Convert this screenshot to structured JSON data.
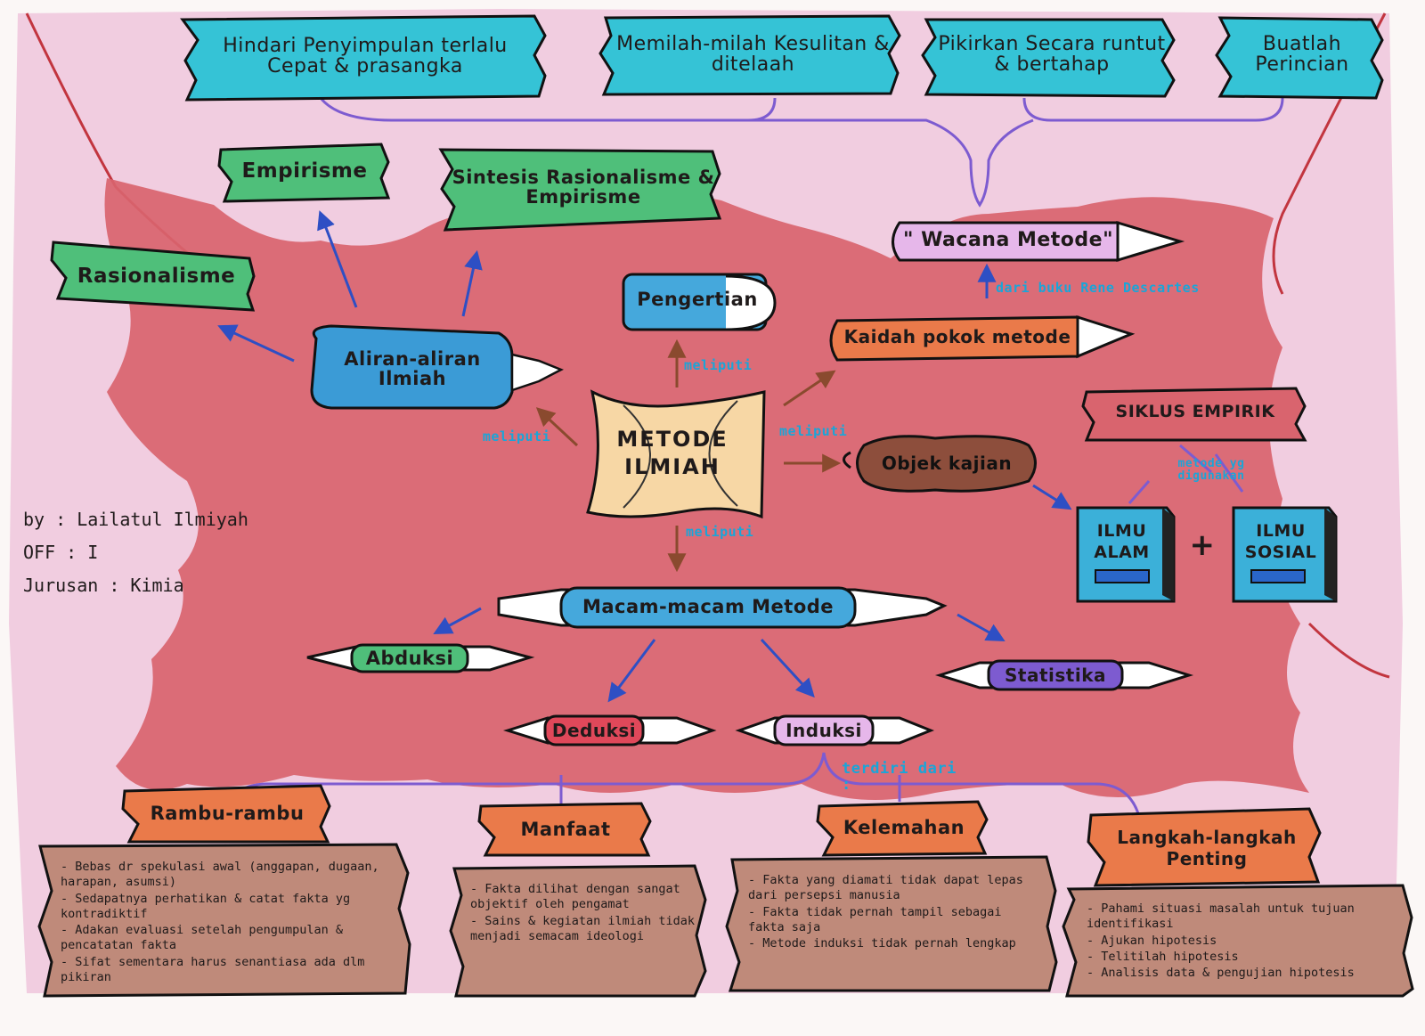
{
  "title": "METODE ILMIAH",
  "top_tips": [
    "Hindari Penyimpulan terlalu Cepat & prasangka",
    "Memilah-milah Kesulitan & ditelaah",
    "Pikirkan Secara runtut & bertahap",
    "Buatlah Perincian"
  ],
  "wacana_metode": "\" Wacana Metode\"",
  "dari_buku": "dari buku Rene Descartes",
  "kaidah_pokok": "Kaidah pokok metode",
  "meliputi": "meliputi",
  "pengertian": "Pengertian",
  "aliran": "Aliran-aliran Ilmiah",
  "aliran_children": {
    "rasionalisme": "Rasionalisme",
    "empirisme": "Empirisme",
    "sintesis": "Sintesis Rasionalisme & Empirisme"
  },
  "objek_kajian": "Objek kajian",
  "siklus_empirik": "SIKLUS EMPIRIK",
  "metode_digunakan": "metode yg digunakan",
  "ilmu_alam": "ILMU ALAM",
  "ilmu_sosial": "ILMU SOSIAL",
  "plus": "+",
  "macam_metode": "Macam-macam Metode",
  "methods": {
    "abduksi": "Abduksi",
    "deduksi": "Deduksi",
    "induksi": "Induksi",
    "statistika": "Statistika"
  },
  "terdiri_dari": "terdiri dari :",
  "author": {
    "by": "by : Lailatul Ilmiyah",
    "off": "OFF : I",
    "jurusan": "Jurusan : Kimia"
  },
  "sections": {
    "rambu": {
      "label": "Rambu-rambu",
      "items": [
        "Bebas dr spekulasi awal (anggapan, dugaan, harapan, asumsi)",
        "Sedapatnya perhatikan & catat fakta yg kontradiktif",
        "Adakan evaluasi setelah pengumpulan & pencatatan fakta",
        "Sifat sementara harus senantiasa ada dlm pikiran"
      ]
    },
    "manfaat": {
      "label": "Manfaat",
      "items": [
        "Fakta dilihat dengan sangat objektif oleh pengamat",
        "Sains & kegiatan ilmiah tidak menjadi semacam ideologi"
      ]
    },
    "kelemahan": {
      "label": "Kelemahan",
      "items": [
        "Fakta yang diamati tidak dapat lepas dari persepsi manusia",
        "Fakta tidak pernah tampil sebagai fakta saja",
        "Metode induksi tidak pernah lengkap"
      ]
    },
    "langkah": {
      "label": "Langkah-langkah Penting",
      "items": [
        "Pahami situasi masalah untuk tujuan identifikasi",
        "Ajukan hipotesis",
        "Telitilah hipotesis",
        "Analisis data & pengujian hipotesis"
      ]
    }
  },
  "colors": {
    "red_region": "#d9646e",
    "pink_bg": "#efc6dd",
    "cyan": "#35c3d6",
    "green": "#4fbf7a",
    "orange": "#ea7a4a",
    "brown": "#b67b69",
    "purple": "#7d5bd0",
    "arrow_blue": "#2e4fc4"
  }
}
